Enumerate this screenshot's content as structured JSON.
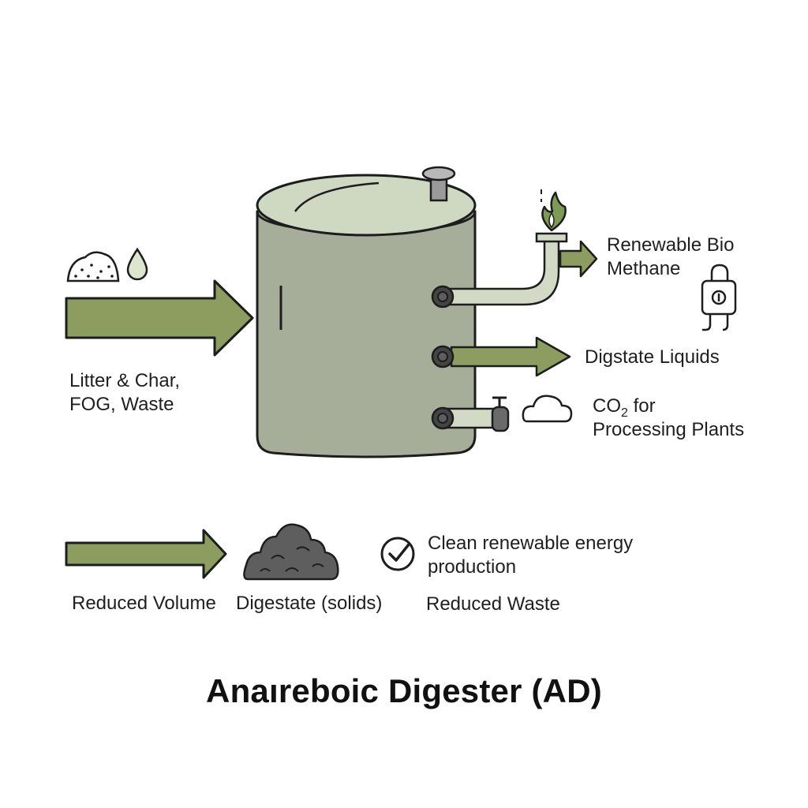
{
  "title": "Anaıreboic Digester (AD)",
  "inputs": {
    "line1": "Litter & Char,",
    "line2": "FOG, Waste"
  },
  "outputs": {
    "methane_line1": "Renewable Bio",
    "methane_line2": "Methane",
    "liquids": "Digstate Liquids",
    "co2_prefix": "CO",
    "co2_sub": "2",
    "co2_suffix": " for",
    "co2_line2": "Processing Plants"
  },
  "bottom": {
    "reduced_volume": "Reduced Volume",
    "digestate_solids": "Digestate (solids)",
    "clean_energy_line1": "Clean renewable energy",
    "clean_energy_line2": "production",
    "reduced_waste": "Reduced Waste"
  },
  "colors": {
    "arrow_green": "#8c9d5f",
    "tank_body": "#a6ad99",
    "tank_lid": "#cfd8c0",
    "pipe": "#d2dac6",
    "outline": "#1d1d1d",
    "digestate_pile": "#5e5e5e",
    "flame_green": "#7d9a56"
  },
  "icons": [
    "soil-pile-icon",
    "water-drop-icon",
    "flame-icon",
    "plug-icon",
    "cloud-icon",
    "valve-icon",
    "check-circle-icon",
    "digestate-pile-icon"
  ]
}
